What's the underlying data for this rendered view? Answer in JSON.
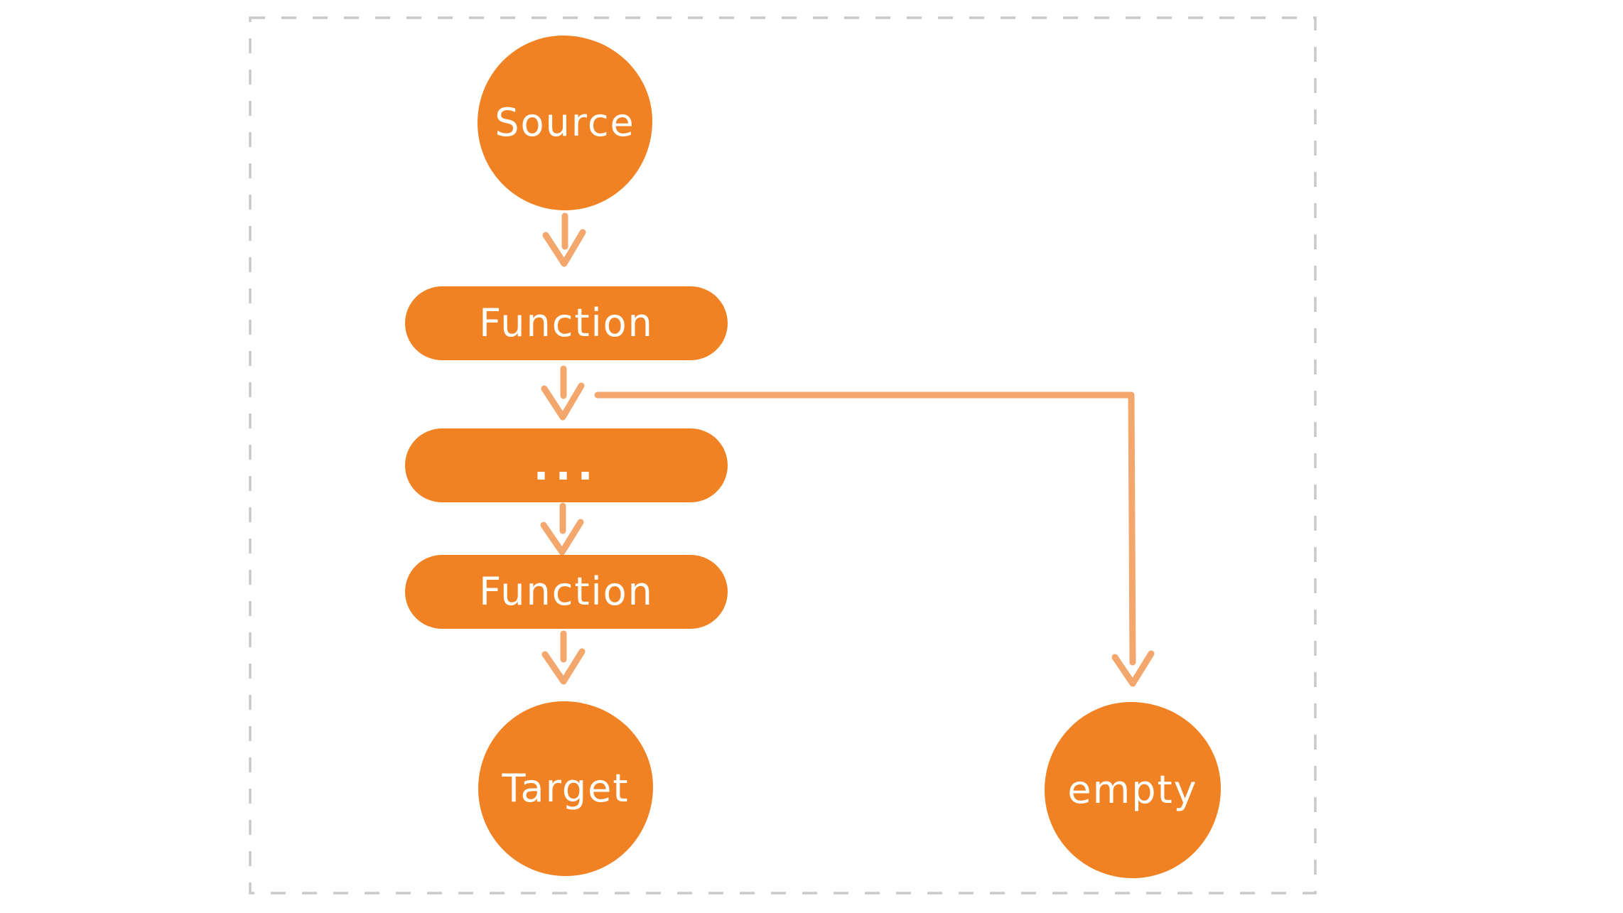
{
  "colors": {
    "node_fill": "#F08224",
    "arrow_stroke": "#F4A76C",
    "border_dash": "#C9C9C9",
    "node_text": "#FFFFFF",
    "background": "#FFFFFF"
  },
  "diagram": {
    "nodes": {
      "source": {
        "label": "Source",
        "shape": "circle"
      },
      "function_top": {
        "label": "Function",
        "shape": "pill"
      },
      "ellipsis": {
        "label": "...",
        "shape": "pill"
      },
      "function_bottom": {
        "label": "Function",
        "shape": "pill"
      },
      "target": {
        "label": "Target",
        "shape": "circle"
      },
      "empty": {
        "label": "empty",
        "shape": "circle"
      }
    },
    "edges": [
      {
        "from": "source",
        "to": "function_top"
      },
      {
        "from": "function_top",
        "to": "ellipsis"
      },
      {
        "from": "function_top",
        "to": "empty"
      },
      {
        "from": "ellipsis",
        "to": "function_bottom"
      },
      {
        "from": "function_bottom",
        "to": "target"
      }
    ]
  }
}
